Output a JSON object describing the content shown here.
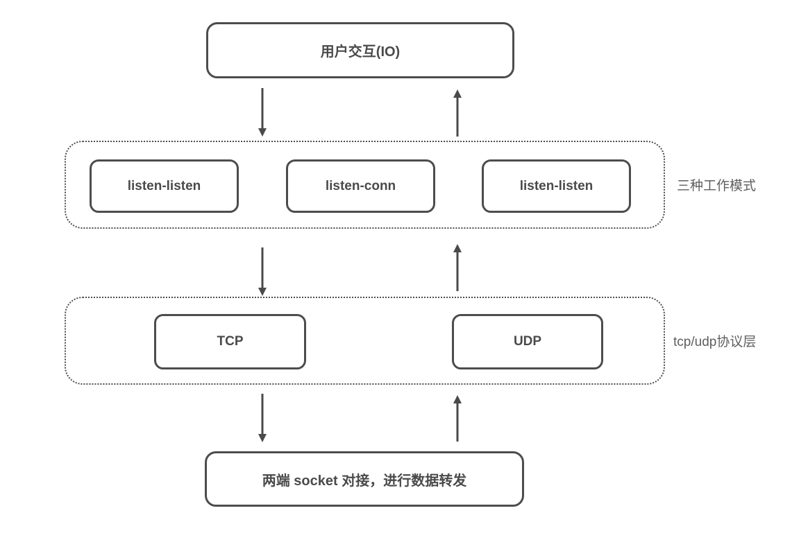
{
  "canvas": {
    "background": "#ffffff",
    "stroke_color": "#4c4c4c",
    "box_text_color": "#4a4a4a",
    "side_label_color": "#5e5e5e"
  },
  "nodes": {
    "user_io": {
      "label": "用户交互(IO)"
    },
    "socket_forward": {
      "label": "两端 socket 对接，进行数据转发"
    }
  },
  "groups": {
    "modes": {
      "label": "三种工作模式",
      "boxes": [
        {
          "label": "listen-listen"
        },
        {
          "label": "listen-conn"
        },
        {
          "label": "listen-listen"
        }
      ]
    },
    "protocol": {
      "label": "tcp/udp协议层",
      "boxes": [
        {
          "label": "TCP"
        },
        {
          "label": "UDP"
        }
      ]
    }
  },
  "arrows": [
    {
      "name": "io-to-modes",
      "direction": "down"
    },
    {
      "name": "modes-to-io",
      "direction": "up"
    },
    {
      "name": "modes-to-protocol",
      "direction": "down"
    },
    {
      "name": "protocol-to-modes",
      "direction": "up"
    },
    {
      "name": "protocol-to-socket",
      "direction": "down"
    },
    {
      "name": "socket-to-protocol",
      "direction": "up"
    }
  ]
}
